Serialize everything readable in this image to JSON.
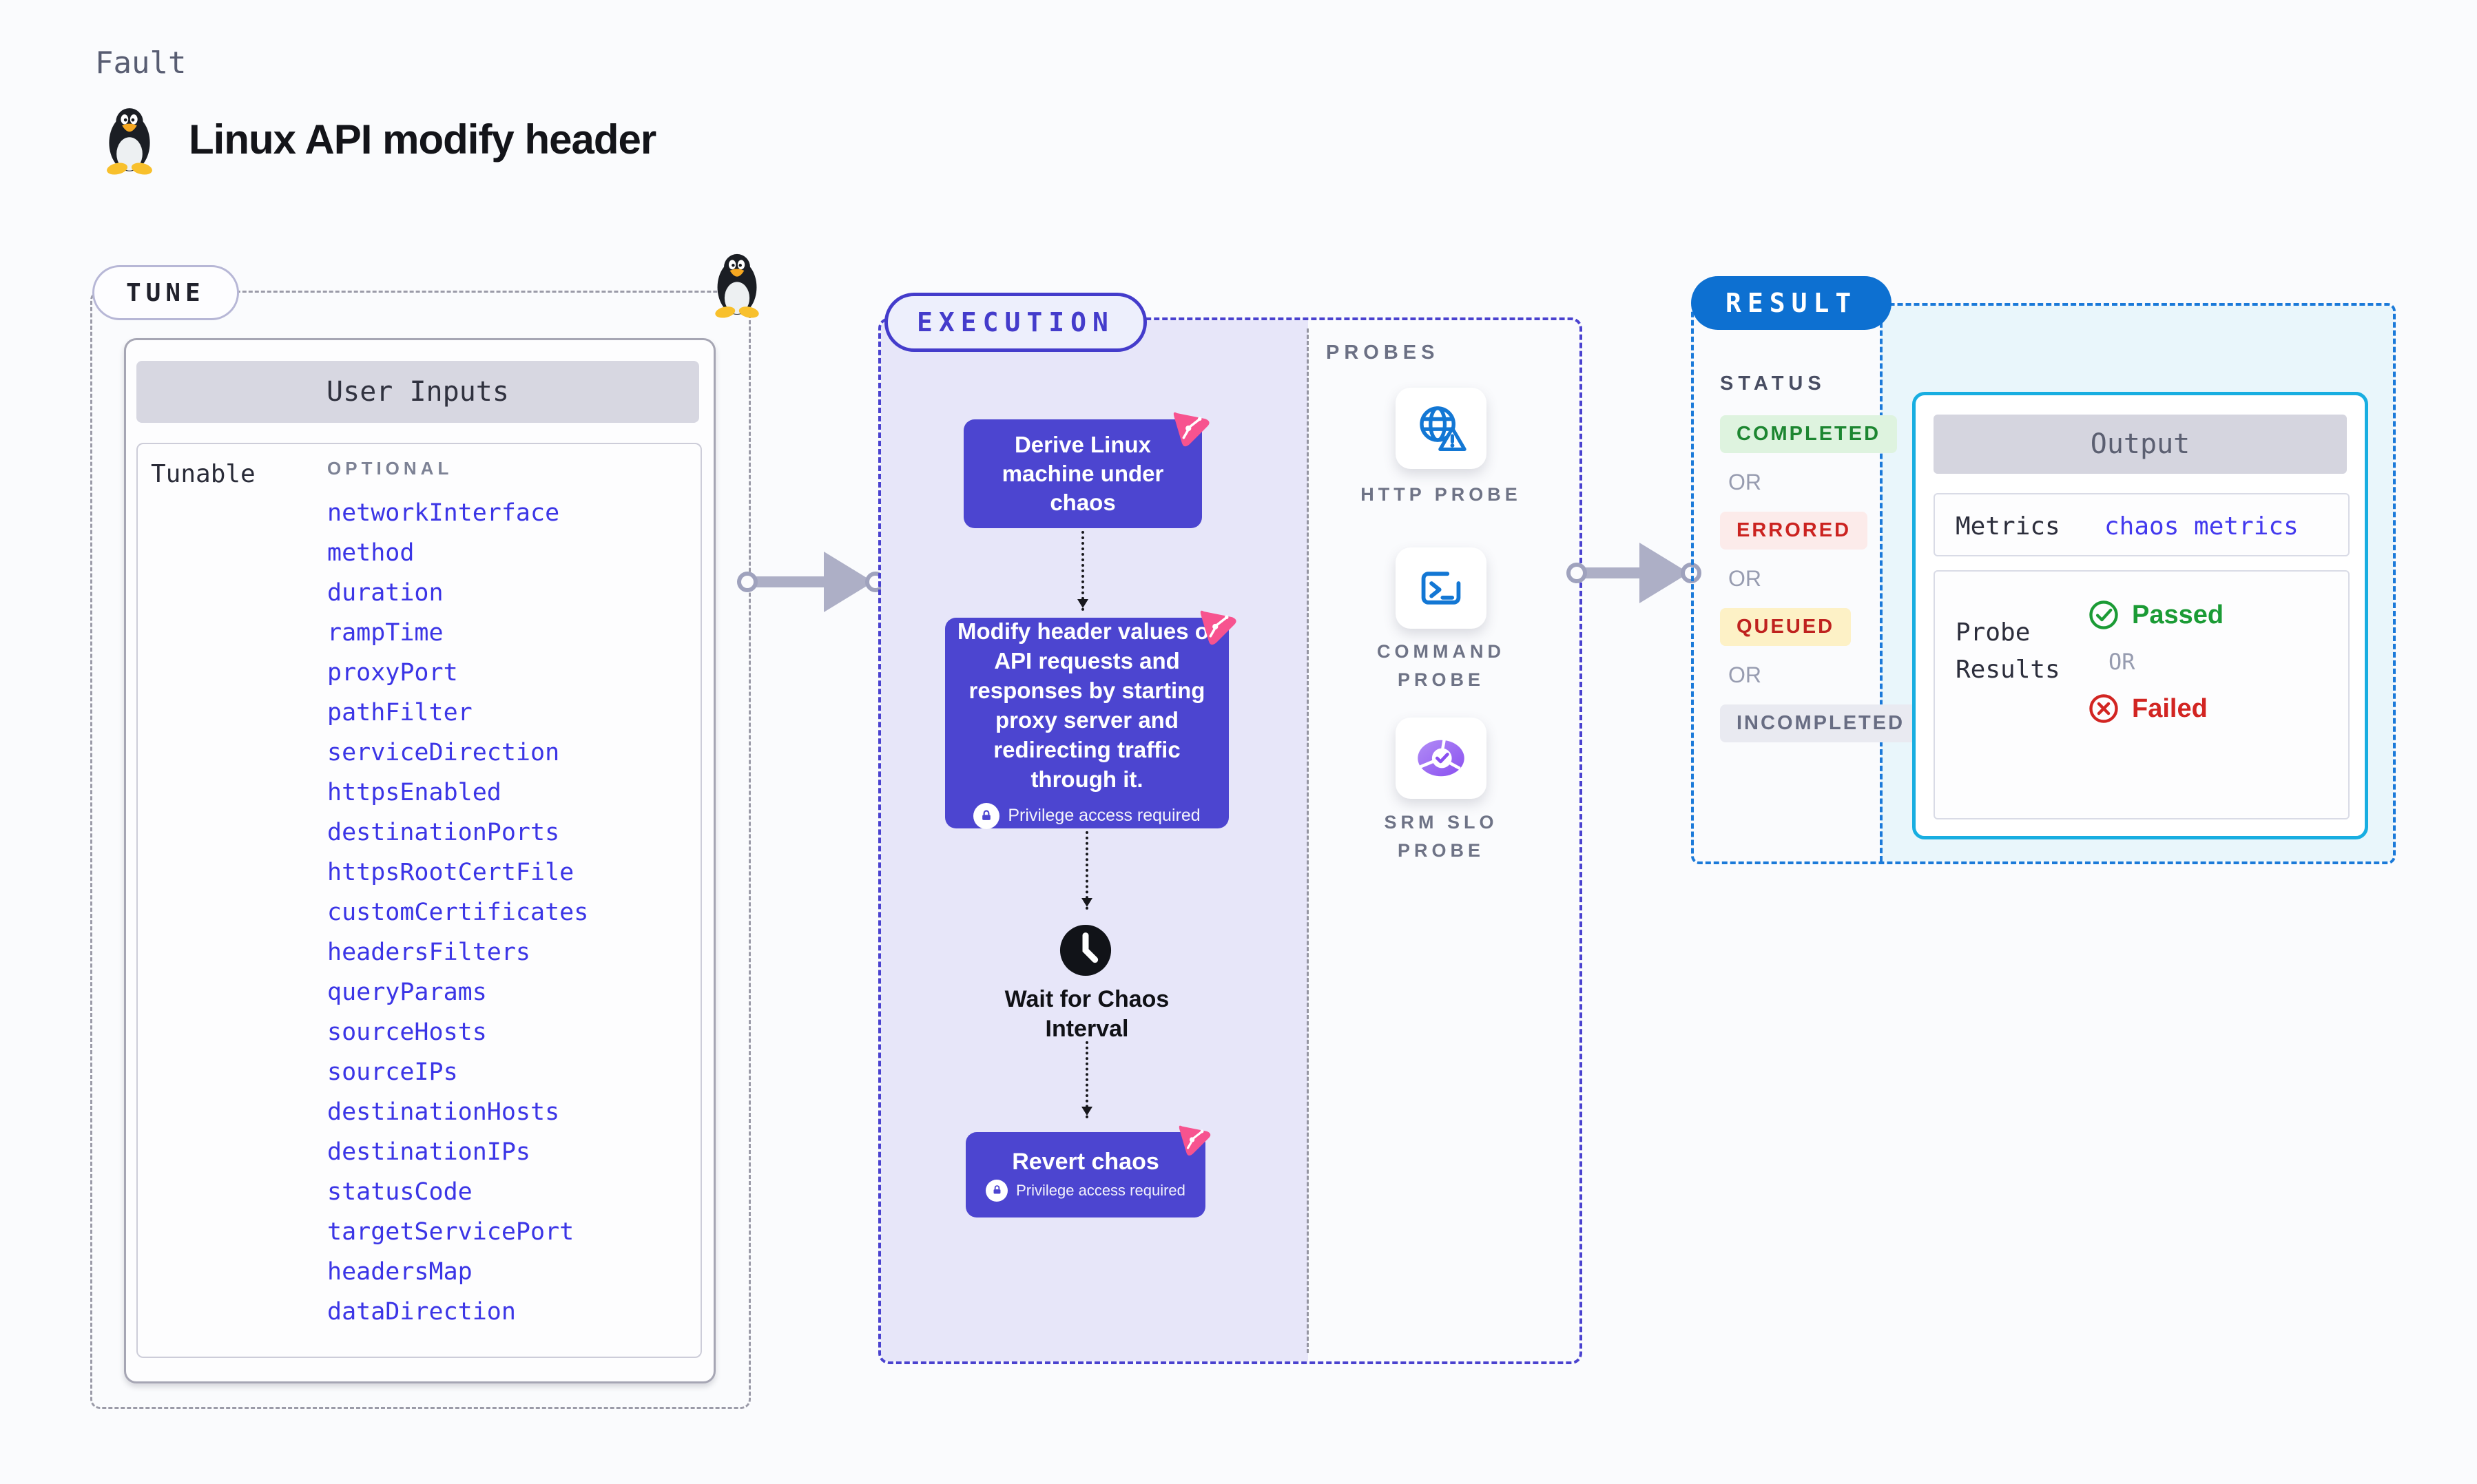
{
  "page": {
    "label": "Fault",
    "title": "Linux API modify header"
  },
  "tune": {
    "pill": "TUNE",
    "table_header": "User Inputs",
    "row_label": "Tunable",
    "col_label": "OPTIONAL",
    "tunables": [
      "networkInterface",
      "method",
      "duration",
      "rampTime",
      "proxyPort",
      "pathFilter",
      "serviceDirection",
      "httpsEnabled",
      "destinationPorts",
      "httpsRootCertFile",
      "customCertificates",
      "headersFilters",
      "queryParams",
      "sourceHosts",
      "sourceIPs",
      "destinationHosts",
      "destinationIPs",
      "statusCode",
      "targetServicePort",
      "headersMap",
      "dataDirection"
    ]
  },
  "execution": {
    "pill": "EXECUTION",
    "derive_step": "Derive Linux machine under chaos",
    "modify_step": "Modify header values of API requests and responses by starting proxy server and redirecting traffic through it.",
    "wait_step": "Wait for Chaos Interval",
    "revert_step": "Revert chaos",
    "privilege_note": "Privilege access required"
  },
  "probes": {
    "label": "PROBES",
    "items": [
      {
        "label": "HTTP PROBE",
        "icon": "globe-alert-icon"
      },
      {
        "label": "COMMAND PROBE",
        "icon": "terminal-icon"
      },
      {
        "label": "SRM SLO PROBE",
        "icon": "slo-pie-check-icon"
      }
    ]
  },
  "result": {
    "pill": "RESULT",
    "status_label": "STATUS",
    "or_label": "OR",
    "statuses": [
      "COMPLETED",
      "ERRORED",
      "QUEUED",
      "INCOMPLETED"
    ],
    "output": {
      "header": "Output",
      "metrics_label": "Metrics",
      "metrics_value": "chaos metrics",
      "probe_results_label": "Probe Results",
      "passed": "Passed",
      "failed": "Failed"
    }
  },
  "colors": {
    "accent_indigo": "#4c45d0",
    "lavender_fill": "#e7e6f9",
    "tunable_link_blue": "#3b35e6",
    "chaos_pink": "#f7538f",
    "result_blue": "#0d70d1",
    "output_cyan_border": "#18aee1",
    "passed_green": "#1b9b35",
    "failed_red": "#d22522",
    "completed_green": "#1d8631",
    "queued_yellow_bg": "#fdf1c6",
    "probe_icon_blue": "#1377d4",
    "srm_purple": "#8a5cf0"
  }
}
